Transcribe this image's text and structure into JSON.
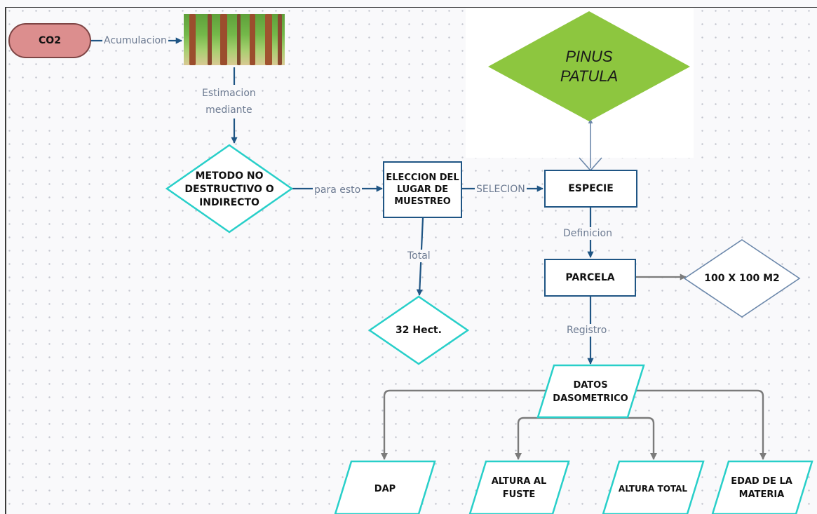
{
  "nodes": {
    "co2": "CO2",
    "metodo": [
      "METODO NO",
      "DESTRUCTIVO O",
      "INDIRECTO"
    ],
    "eleccion": [
      "ELECCION DEL",
      "LUGAR DE",
      "MUESTREO"
    ],
    "especie": "ESPECIE",
    "pinus": [
      "PINUS",
      "PATULA"
    ],
    "parcela": "PARCELA",
    "area": "100 X 100 M2",
    "hect": "32 Hect.",
    "datos": [
      "DATOS",
      "DASOMETRICO"
    ],
    "dap": "DAP",
    "altura_fuste": [
      "ALTURA AL",
      "FUSTE"
    ],
    "altura_total": "ALTURA TOTAL",
    "edad": [
      "EDAD DE LA",
      "MATERIA"
    ]
  },
  "edge_labels": {
    "acumulacion": "Acumulacion",
    "estimacion": [
      "Estimacion",
      "mediante"
    ],
    "para_esto": "para esto",
    "selecion": "SELECION",
    "total": "Total",
    "definicion": "Definicion",
    "registro": "Registro"
  },
  "colors": {
    "teal": "#28cfc9",
    "navy_border": "#1f5584",
    "green_diamond": "#8dc63f",
    "pill_fill": "#dc8e8e",
    "edge_gray": "#7b7b7b",
    "edge_blue": "#1f5584",
    "label_gray": "#6d7b92"
  }
}
